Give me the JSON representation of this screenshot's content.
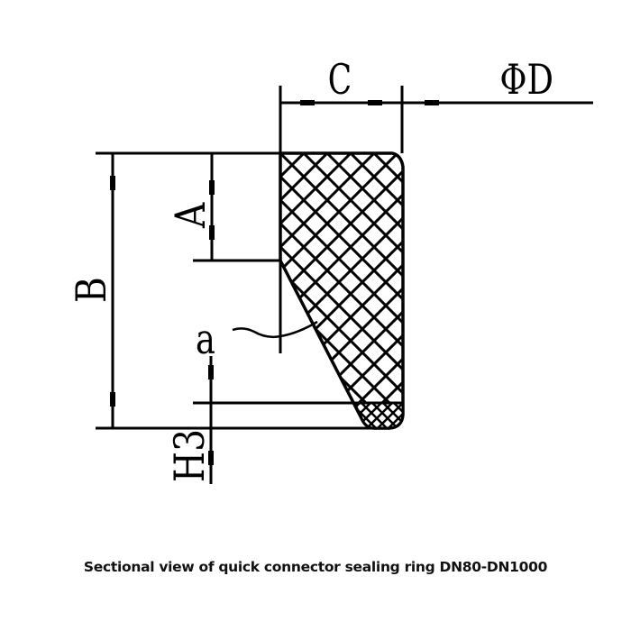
{
  "diagram": {
    "labels": {
      "C": "C",
      "D": "ΦD",
      "A": "A",
      "B": "B",
      "a": "a",
      "H3": "H3"
    },
    "hatch_pattern": "cross-hatch",
    "colors": {
      "line": "#000000",
      "background": "#ffffff"
    }
  },
  "caption": "Sectional view of quick connector sealing ring DN80-DN1000"
}
